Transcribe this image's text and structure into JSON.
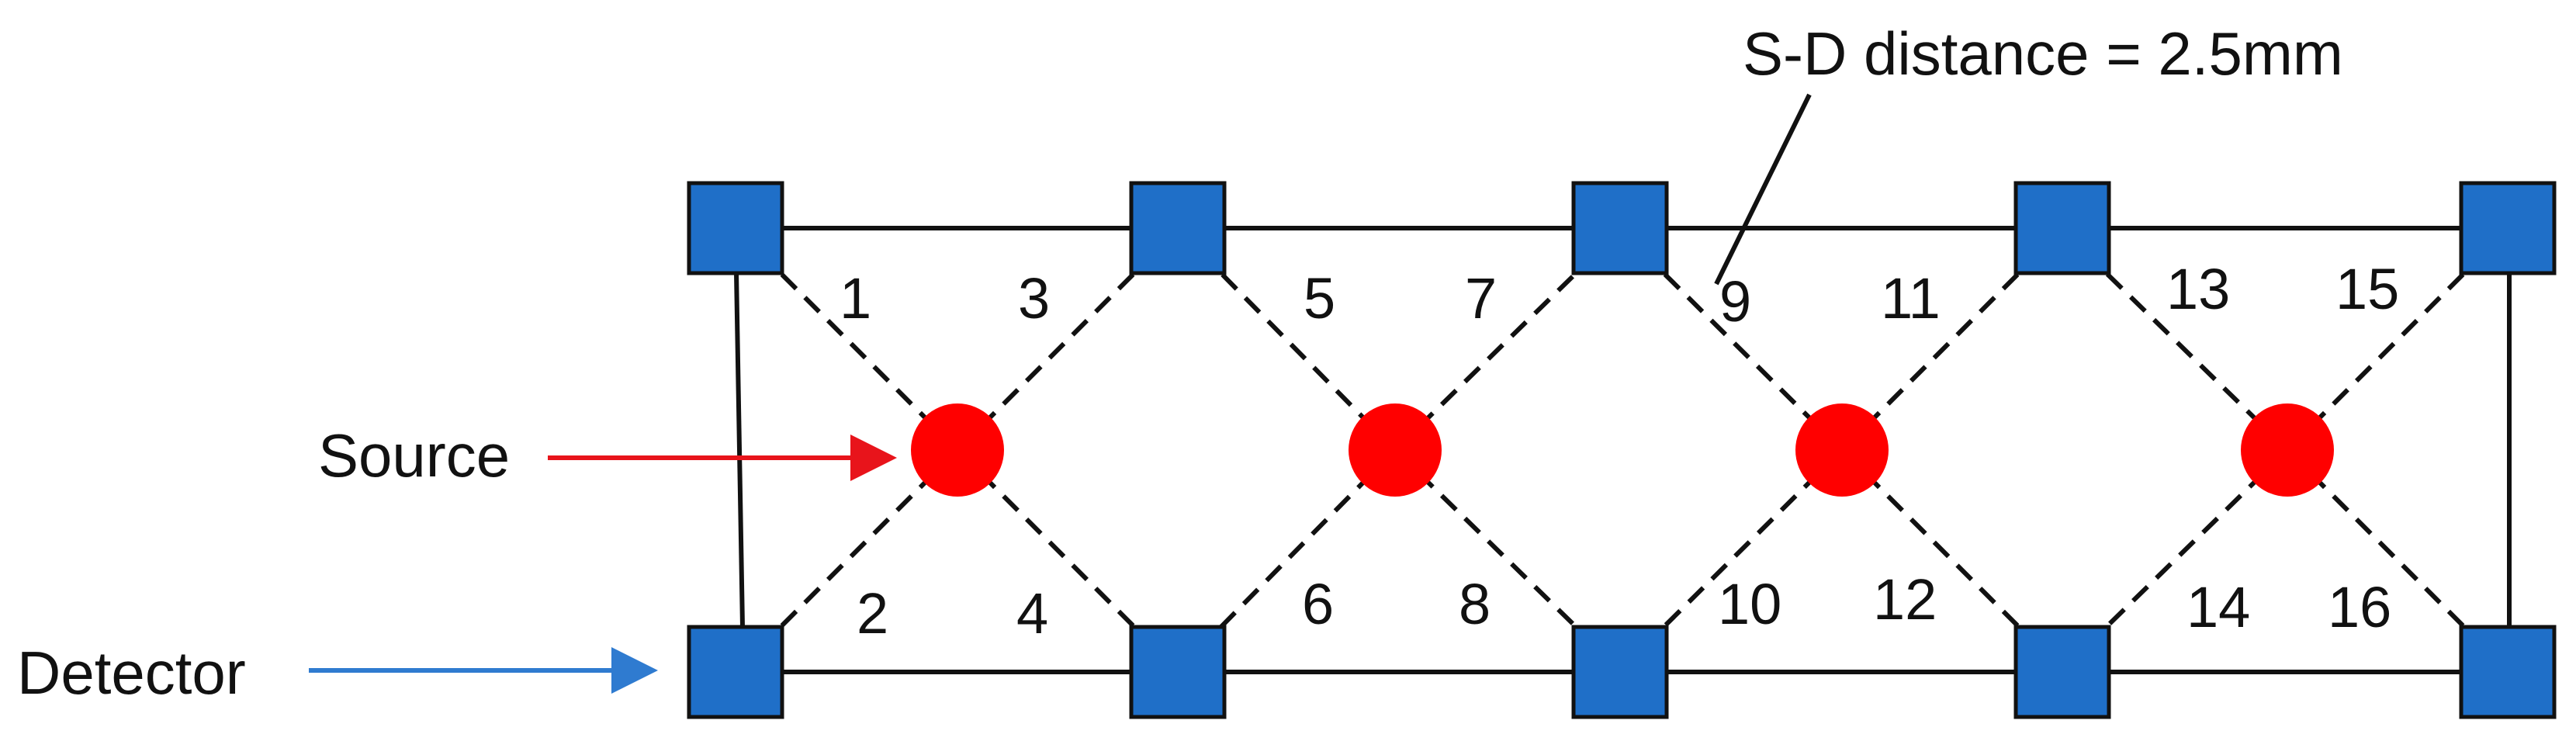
{
  "diagram": {
    "annotation": "S-D distance = 2.5mm",
    "labels": {
      "source": "Source",
      "detector": "Detector"
    },
    "channels": [
      "1",
      "2",
      "3",
      "4",
      "5",
      "6",
      "7",
      "8",
      "9",
      "10",
      "11",
      "12",
      "13",
      "14",
      "15",
      "16"
    ],
    "colors": {
      "source": "#ff0000",
      "detector": "#1f6fc8",
      "detector_border": "#111111",
      "line": "#111111",
      "source_arrow": "#e8141b",
      "detector_arrow": "#2f7bd0"
    }
  }
}
